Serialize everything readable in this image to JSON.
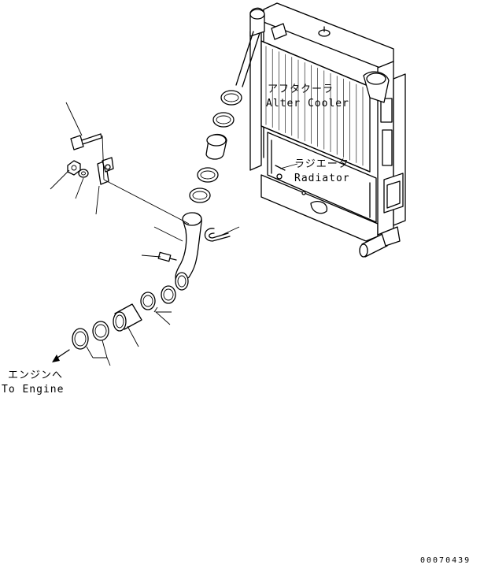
{
  "labels": {
    "aftercooler_jp": "アフタクーラ",
    "aftercooler_en": "Alter Cooler",
    "radiator_jp": "ラジエータ",
    "radiator_en": "Radiator",
    "engine_jp": "エンジンへ",
    "engine_en": "To Engine"
  },
  "doc_number": "00070439"
}
